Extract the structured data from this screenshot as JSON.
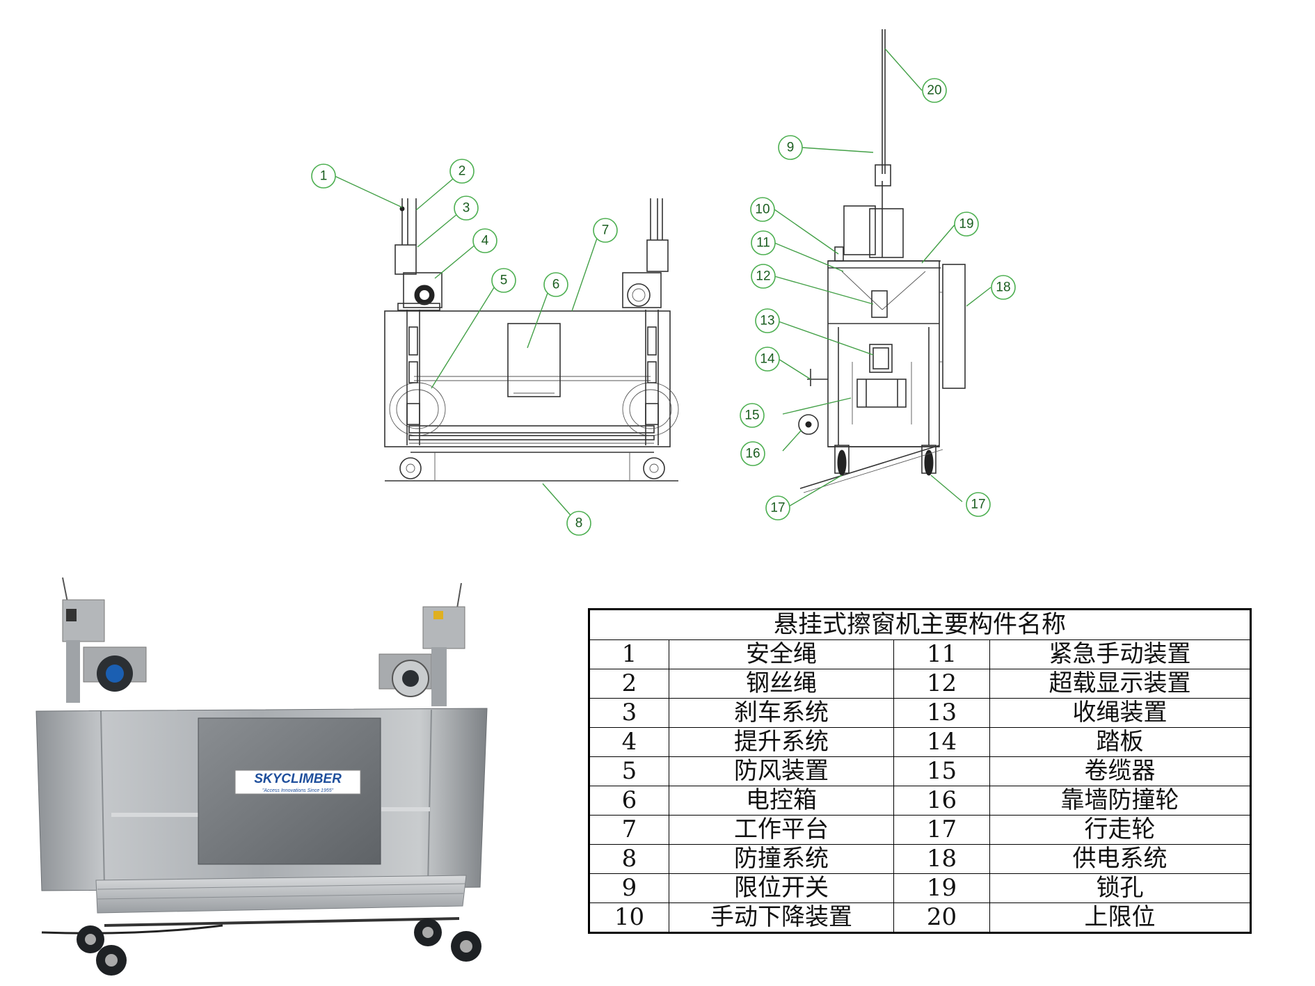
{
  "table": {
    "title": "悬挂式擦窗机主要构件名称",
    "rows": [
      {
        "no_a": "1",
        "name_a": "安全绳",
        "no_b": "11",
        "name_b": "紧急手动装置"
      },
      {
        "no_a": "2",
        "name_a": "钢丝绳",
        "no_b": "12",
        "name_b": "超载显示装置"
      },
      {
        "no_a": "3",
        "name_a": "刹车系统",
        "no_b": "13",
        "name_b": "收绳装置"
      },
      {
        "no_a": "4",
        "name_a": "提升系统",
        "no_b": "14",
        "name_b": "踏板"
      },
      {
        "no_a": "5",
        "name_a": "防风装置",
        "no_b": "15",
        "name_b": "卷缆器"
      },
      {
        "no_a": "6",
        "name_a": "电控箱",
        "no_b": "16",
        "name_b": "靠墙防撞轮"
      },
      {
        "no_a": "7",
        "name_a": "工作平台",
        "no_b": "17",
        "name_b": "行走轮"
      },
      {
        "no_a": "8",
        "name_a": "防撞系统",
        "no_b": "18",
        "name_b": "供电系统"
      },
      {
        "no_a": "9",
        "name_a": "限位开关",
        "no_b": "19",
        "name_b": "锁孔"
      },
      {
        "no_a": "10",
        "name_a": "手动下降装置",
        "no_b": "20",
        "name_b": "上限位"
      }
    ]
  },
  "callouts": {
    "c1": "1",
    "c2": "2",
    "c3": "3",
    "c4": "4",
    "c5": "5",
    "c6": "6",
    "c7": "7",
    "c8": "8",
    "c9": "9",
    "c10": "10",
    "c11": "11",
    "c12": "12",
    "c13": "13",
    "c14": "14",
    "c15": "15",
    "c16": "16",
    "c17a": "17",
    "c17b": "17",
    "c18": "18",
    "c19": "19",
    "c20": "20"
  },
  "photo": {
    "brand": "SKYCLIMBER",
    "tagline": "\"Access Innovations Since 1955\""
  },
  "colors": {
    "callout_green": "#4caf50",
    "steel_light": "#b5b8bc",
    "steel_dark": "#6d7176",
    "brand_blue": "#1f4f9c"
  }
}
